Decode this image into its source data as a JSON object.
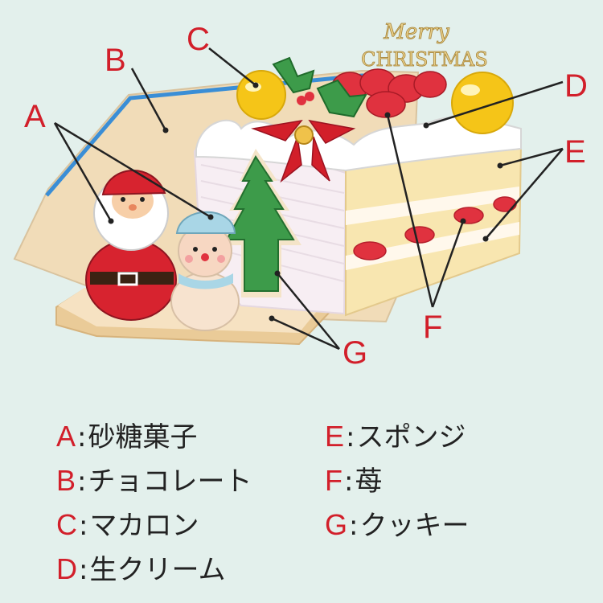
{
  "topper_text_line1": "Merry",
  "topper_text_line2": "CHRISTMAS",
  "callouts": [
    {
      "letter": "A"
    },
    {
      "letter": "B"
    },
    {
      "letter": "C"
    },
    {
      "letter": "D"
    },
    {
      "letter": "E"
    },
    {
      "letter": "F"
    },
    {
      "letter": "G"
    }
  ],
  "legend": [
    {
      "letter": "A",
      "sep": ":",
      "label": "砂糖菓子"
    },
    {
      "letter": "B",
      "sep": ":",
      "label": "チョコレート"
    },
    {
      "letter": "C",
      "sep": ":",
      "label": "マカロン"
    },
    {
      "letter": "D",
      "sep": ":",
      "label": "生クリーム"
    },
    {
      "letter": "E",
      "sep": ":",
      "label": "スポンジ"
    },
    {
      "letter": "F",
      "sep": ":",
      "label": "苺"
    },
    {
      "letter": "G",
      "sep": ":",
      "label": "クッキー"
    }
  ],
  "colors": {
    "background": "#e3f0ec",
    "label_red": "#d21f2a",
    "sponge": "#f8e6b0",
    "cream": "#ffffff",
    "strawberry": "#e0323f",
    "macaron_yellow": "#f5c518",
    "chocolate_plate": "#f1dcb8",
    "cookie": "#e9c99a",
    "tree_green": "#3d9b4a"
  }
}
